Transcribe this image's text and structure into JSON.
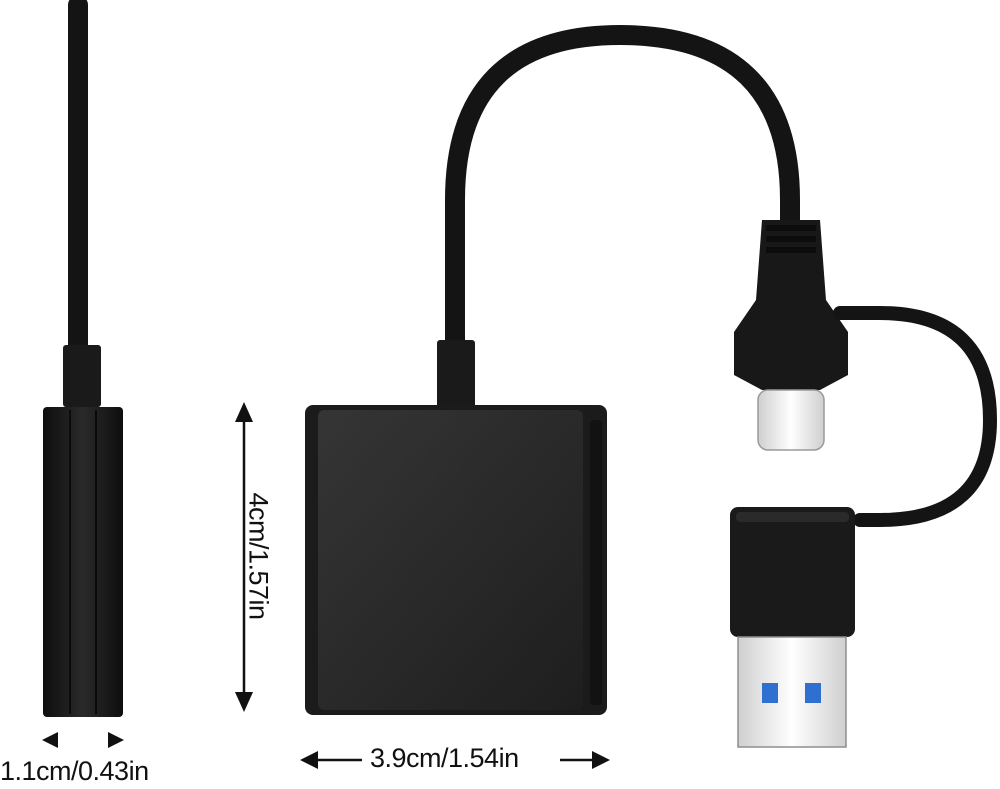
{
  "dimensions": {
    "height_label": "4cm/1.57in",
    "width_label": "3.9cm/1.54in",
    "depth_label": "1.1cm/0.43in"
  },
  "colors": {
    "device": "#1a1a1a",
    "device_face": "#2b2b2b",
    "cable": "#141414",
    "usb_a_tab": "#2f6fd0",
    "usb_c_metal": "#e8e8e8",
    "arrow": "#111111"
  },
  "icons": [
    "double-arrow-icon"
  ]
}
